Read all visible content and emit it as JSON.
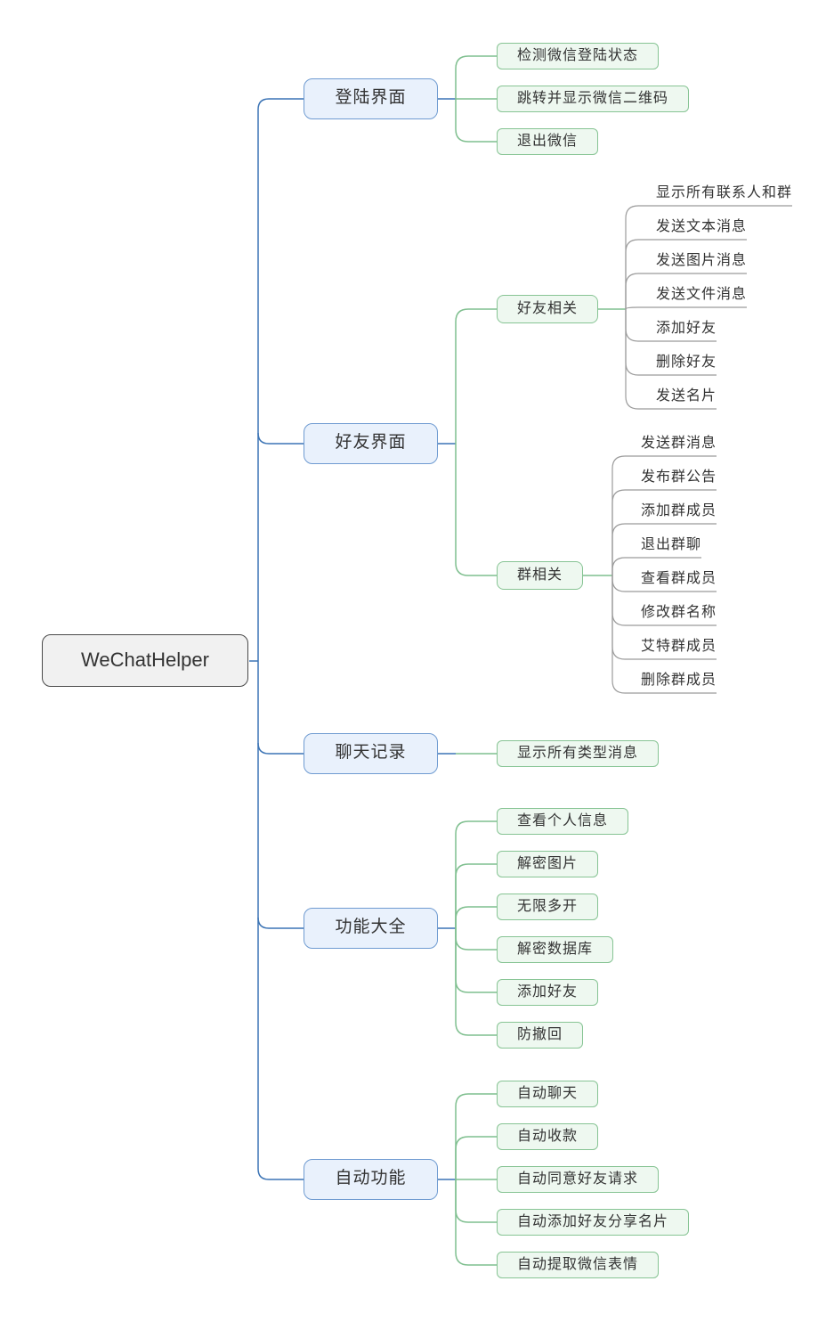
{
  "mindmap": {
    "root": {
      "label": "WeChatHelper"
    },
    "branches": [
      {
        "label": "登陆界面",
        "children": [
          {
            "label": "检测微信登陆状态"
          },
          {
            "label": "跳转并显示微信二维码"
          },
          {
            "label": "退出微信"
          }
        ]
      },
      {
        "label": "好友界面",
        "children": [
          {
            "label": "好友相关",
            "children": [
              {
                "label": "显示所有联系人和群"
              },
              {
                "label": "发送文本消息"
              },
              {
                "label": "发送图片消息"
              },
              {
                "label": "发送文件消息"
              },
              {
                "label": "添加好友"
              },
              {
                "label": "删除好友"
              },
              {
                "label": "发送名片"
              }
            ]
          },
          {
            "label": "群相关",
            "children": [
              {
                "label": "发送群消息"
              },
              {
                "label": "发布群公告"
              },
              {
                "label": "添加群成员"
              },
              {
                "label": "退出群聊"
              },
              {
                "label": "查看群成员"
              },
              {
                "label": "修改群名称"
              },
              {
                "label": "艾特群成员"
              },
              {
                "label": "删除群成员"
              }
            ]
          }
        ]
      },
      {
        "label": "聊天记录",
        "children": [
          {
            "label": "显示所有类型消息"
          }
        ]
      },
      {
        "label": "功能大全",
        "children": [
          {
            "label": "查看个人信息"
          },
          {
            "label": "解密图片"
          },
          {
            "label": "无限多开"
          },
          {
            "label": "解密数据库"
          },
          {
            "label": "添加好友"
          },
          {
            "label": "防撤回"
          }
        ]
      },
      {
        "label": "自动功能",
        "children": [
          {
            "label": "自动聊天"
          },
          {
            "label": "自动收款"
          },
          {
            "label": "自动同意好友请求"
          },
          {
            "label": "自动添加好友分享名片"
          },
          {
            "label": "自动提取微信表情"
          }
        ]
      }
    ],
    "colors": {
      "branch_border": "#6f9bd1",
      "branch_fill": "#e9f1fc",
      "leaf_border": "#87c494",
      "leaf_fill": "#eef8f0",
      "root_fill": "#f1f1f1",
      "root_border": "#4a4a4a",
      "line_blue": "#3c74b5",
      "line_green": "#7fbf8f",
      "line_gray": "#9b9b9b",
      "text": "#333333"
    }
  }
}
